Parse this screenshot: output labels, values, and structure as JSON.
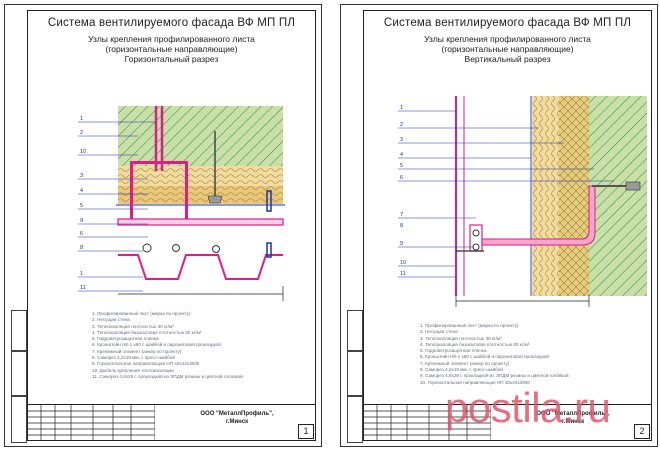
{
  "sheets": [
    {
      "title": "Система вентилируемого фасада ВФ МП ПЛ",
      "subtitle_lines": [
        "Узлы крепления профилированного листа",
        "(горизонтальные направляющие)",
        "Горизонтальный разрез"
      ],
      "callouts": [
        "1",
        "2",
        "10",
        "3",
        "4",
        "5",
        "9",
        "6",
        "8",
        "1",
        "11"
      ],
      "notes": [
        "1. Профилированный лист (марка по проекту)",
        "2. Несущая стена",
        "3. Теплоизоляция плотностью 30 кг/м³",
        "4. Теплоизоляция базальтовая плотностью 80 кг/м³",
        "5. Гидроветрозащитная пленка",
        "6. Кронштейн НК-1 х60 с шайбой и паронитовой прокладкой",
        "7. Крепежный элемент (анкер по проекту)",
        "8. Саморез 4,2х19 мм, с пресс-шайбой",
        "9. Горизонтальная направляющая НП 40х44х3000",
        "10. Дюбель крепления теплоизоляции",
        "11. Саморез 4,8х28 с прокладкой из ЭПДМ резины и цветной головкой"
      ],
      "company": "ООО \"МеталлПрофиль\",",
      "city": "г.Минск",
      "sheet_number": "1"
    },
    {
      "title": "Система вентилируемого фасада ВФ МП ПЛ",
      "subtitle_lines": [
        "Узлы крепления профилированного листа",
        "(горизонтальные направляющие)",
        "Вертикальный разрез"
      ],
      "callouts": [
        "1",
        "2",
        "3",
        "4",
        "5",
        "6",
        "7",
        "8",
        "9",
        "10",
        "11"
      ],
      "notes": [
        "1. Профилированный лист (марка по проекту)",
        "2. Несущая стена",
        "3. Теплоизоляция плотностью 30 кг/м³",
        "4. Теплоизоляция базальтовая плотностью 80 кг/м³",
        "5. Гидроветрозащитная пленка",
        "6. Кронштейн НК-1 х60 с шайбой и паронитовой прокладкой",
        "7. Крепежный элемент (анкер по проекту)",
        "8. Саморез 4,2х19 мм, с пресс-шайбой",
        "9. Саморез 4,8х28 с прокладкой из ЭПДМ резины и цветной головкой",
        "10. Горизонтальная направляющая НП 40х44х3000"
      ],
      "company": "ООО \"МеталлПрофиль\",",
      "city": "г.Минск",
      "sheet_number": "2"
    }
  ],
  "watermark": "postila.ru",
  "colors": {
    "steel": "#e01b8c",
    "insulation": "#e8c87a",
    "wall": "#c8e0a8",
    "hatch": "#2a8a3a",
    "blue": "#1a30b0",
    "notes": "#6a6a8a"
  }
}
